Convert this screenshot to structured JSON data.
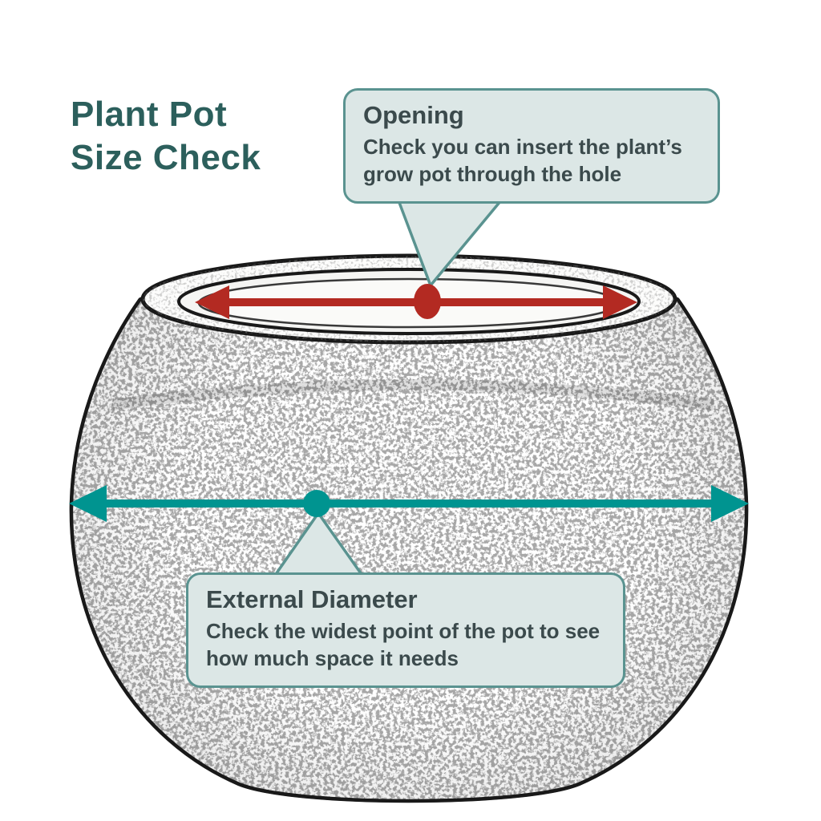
{
  "title": {
    "line1": "Plant Pot",
    "line2": "Size Check"
  },
  "callouts": {
    "opening": {
      "title": "Opening",
      "body": "Check you can insert the plant’s grow pot through the hole"
    },
    "external_diameter": {
      "title": "External Diameter",
      "body": "Check the widest point of the pot to see how much space it needs"
    }
  },
  "diagram": {
    "subject": "plant pot sketch",
    "markers": [
      "opening-arrow-dot",
      "external-diameter-dot"
    ]
  },
  "colors": {
    "title_text": "#2c5f5c",
    "callout_border": "#5a9390",
    "callout_bg": "#dce7e6",
    "callout_text": "#3b4a4c",
    "opening_arrow": "#b32a22",
    "diameter_arrow": "#009490",
    "outline": "#191919"
  }
}
